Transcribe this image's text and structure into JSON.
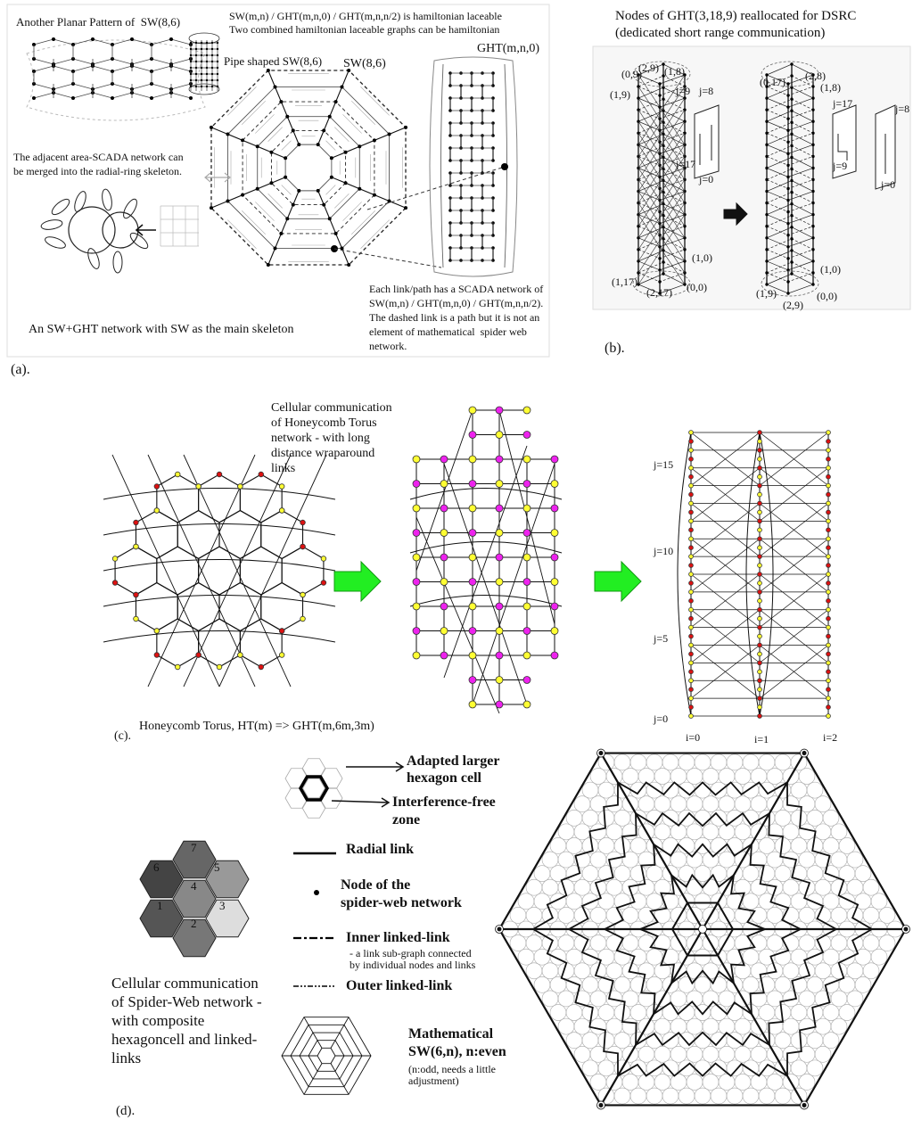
{
  "panel_a": {
    "label": "(a).",
    "planar_title": "Another Planar Pattern of  SW(8,6)",
    "ham_line1": "SW(m,n) / GHT(m,n,0) / GHT(m,n,n/2) is hamiltonian laceable",
    "ham_line2": "Two combined hamiltonian laceable graphs can be hamiltonian",
    "pipe_label": "Pipe shaped SW(8,6)",
    "sw_label": "SW(8,6)",
    "ght_label": "GHT(m,n,0)",
    "adjacent_line1": "The adjacent area-SCADA network can",
    "adjacent_line2": "be merged into the radial-ring skeleton.",
    "link_line1": "Each link/path has a SCADA network of",
    "link_line2": "SW(m,n) / GHT(m,n,0) / GHT(m,n,n/2).",
    "link_line3": "The dashed link is a path but it is not an",
    "link_line4": "element of mathematical  spider web",
    "link_line5": "network.",
    "caption": "An SW+GHT network with SW as the main skeleton"
  },
  "panel_b": {
    "label": "(b).",
    "title_line1": "Nodes of GHT(3,18,9) reallocated for DSRC",
    "title_line2": "(dedicated short range communication)",
    "left_labels": [
      "(0,9)",
      "(2,9)",
      "(1,8)",
      "(1,9)",
      "j=9",
      "j=8",
      "j=17",
      "j=0",
      "(1,0)",
      "(1,17)",
      "(2,17)",
      "(0,0)"
    ],
    "right_labels": [
      "(0,17)",
      "(2,8)",
      "(1,8)",
      "j=17",
      "j=8",
      "j=9",
      "j=0",
      "(1,0)",
      "(1,9)",
      "(0,0)",
      "(2,9)"
    ]
  },
  "panel_c": {
    "label": "(c).",
    "caption_line1": "Cellular communication",
    "caption_line2": "of Honeycomb Torus",
    "caption_line3": "network - with long",
    "caption_line4": "distance wraparound",
    "caption_line5": "links",
    "bottom_caption": "Honeycomb Torus, HT(m) => GHT(m,6m,3m)",
    "j_labels": [
      "j=15",
      "j=10",
      "j=5",
      "j=0"
    ],
    "i_labels": [
      "i=0",
      "i=1",
      "i=2"
    ],
    "colors": {
      "yellow": "#ffff33",
      "magenta": "#ee22ee",
      "red": "#dd1111",
      "arrow": "#22ee22"
    }
  },
  "panel_d": {
    "label": "(d).",
    "cell_numbers": [
      "7",
      "6",
      "5",
      "4",
      "1",
      "2",
      "3"
    ],
    "legend": {
      "adapted_line1": "Adapted larger",
      "adapted_line2": "hexagon cell",
      "interference_line1": "Interference-free",
      "interference_line2": "zone",
      "radial": "Radial link",
      "node_line1": "Node of the",
      "node_line2": "spider-web network",
      "inner": "Inner linked-link",
      "inner_sub1": "- a link sub-graph connected",
      "inner_sub2": "by individual nodes and links",
      "outer": "Outer linked-link",
      "math_line1": "Mathematical",
      "math_line2": "SW(6,n), n:even",
      "math_sub1": "(n:odd, needs a little",
      "math_sub2": "adjustment)"
    },
    "caption_line1": "Cellular communication",
    "caption_line2": "of Spider-Web network -",
    "caption_line3": "with composite",
    "caption_line4": "hexagoncell and linked-",
    "caption_line5": "links"
  }
}
